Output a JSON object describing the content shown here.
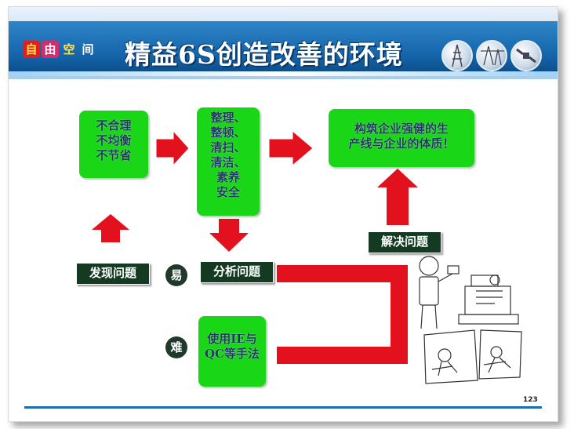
{
  "header": {
    "logo_chars": [
      "自",
      "由",
      "空",
      "间"
    ],
    "title": "精益6S创造改善的环境"
  },
  "nodes": {
    "problems": [
      "不合理",
      "不均衡",
      "不节省"
    ],
    "six_s": [
      "整理、",
      "整顿、",
      "清扫、",
      "清洁、",
      "素养",
      "安全"
    ],
    "result": [
      "构筑企业强健的生",
      "产线与企业的体质！"
    ],
    "methods": [
      "使用IE与",
      "QC等手法"
    ]
  },
  "labels": {
    "find_problem": "发现问题",
    "analyze_problem": "分析问题",
    "solve_problem": "解决问题",
    "easy": "易",
    "hard": "难"
  },
  "footer": {
    "page_number": "123"
  },
  "colors": {
    "node_green": "#19d617",
    "arrow_red": "#e3101e",
    "label_dark": "#143b22",
    "header_blue": "#1463a8"
  }
}
